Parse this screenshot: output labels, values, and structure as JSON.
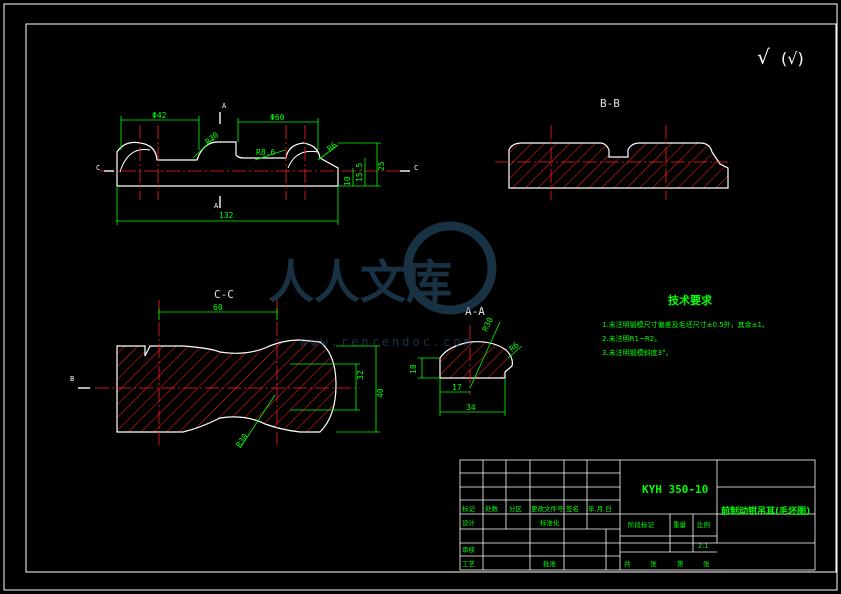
{
  "colors": {
    "background": "#000000",
    "frame": "#ffffff",
    "part_outline": "#ffffff",
    "dimension": "#00ff00",
    "hatch": "#ff2020",
    "centerline": "#ff2020",
    "text": "#00ff00",
    "view_label": "#e0e0e0",
    "cutting_plane": "#ffffff"
  },
  "roughness": {
    "symbol": "√",
    "general": "(√)"
  },
  "views": {
    "front": {
      "dims": {
        "width_132": "132",
        "phi42": "Φ42",
        "d60_top": "Φ60",
        "r30": "R30",
        "r8_6": "R8.6",
        "r6_angle": "R6",
        "d25": "25",
        "d10": "10",
        "d15_5": "15.5"
      },
      "section_marks": {
        "a_top": "A",
        "a_bottom": "A",
        "c_left": "C",
        "c_right": "C"
      }
    },
    "bb": {
      "label": "B-B"
    },
    "cc": {
      "label": "C-C",
      "dims": {
        "d60": "60",
        "d32": "32",
        "d40": "40",
        "r30": "R30"
      },
      "section_marks": {
        "b_left": "B"
      }
    },
    "aa": {
      "label": "A-A",
      "dims": {
        "d18": "18",
        "d17": "17",
        "d34": "34",
        "r30": "R30",
        "r6": "R6"
      }
    }
  },
  "tech_requirements": {
    "title": "技术要求",
    "items": [
      "1.未注明锻模尺寸偏差及毛坯尺寸±0.5外，其余±1。",
      "2.未注明R1~R2。",
      "3.未注明锻模斜度3°。"
    ]
  },
  "title_block": {
    "drawing_no": "KYH 350-10",
    "part_name": "前制动钳吊耳(毛坯图)",
    "cells": {
      "biaoji": "标记",
      "chushu": "处数",
      "fenqu": "分区",
      "gengai": "更改文件号",
      "qianming": "签名",
      "nianyueri": "年.月.日",
      "sheji": "设计",
      "biaozhunhua": "标准化",
      "jieduan": "阶段标记",
      "zhongliang": "重量",
      "bili": "比例",
      "bili_value": "2:1",
      "shenhe": "审核",
      "gongyi": "工艺",
      "pizhun": "批准",
      "gong": "共",
      "zhang": "张",
      "di": "第",
      "zhang2": "张"
    }
  },
  "watermark": {
    "text": "人人文库",
    "url": "www.renrendoc.com"
  }
}
